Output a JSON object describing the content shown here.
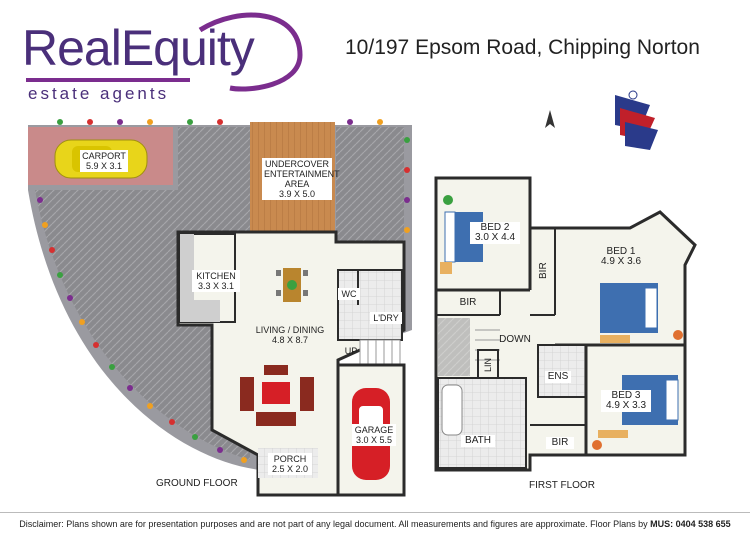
{
  "brand": {
    "name": "RealEquity",
    "tagline": "estate agents",
    "color": "#4a2f7a",
    "accent": "#7b2d8e"
  },
  "address": "10/197 Epsom Road, Chipping Norton",
  "ground_floor": {
    "label": "GROUND FLOOR",
    "rooms": [
      {
        "name": "CARPORT",
        "dims": "5.9 X 3.1"
      },
      {
        "name": "UNDERCOVER ENTERTAINMENT AREA",
        "name_line1": "UNDERCOVER",
        "name_line2": "ENTERTAINMENT",
        "name_line3": "AREA",
        "dims": "3.9 X 5.0"
      },
      {
        "name": "KITCHEN",
        "dims": "3.3 X 3.1"
      },
      {
        "name": "WC",
        "dims": ""
      },
      {
        "name": "L'DRY",
        "dims": ""
      },
      {
        "name": "LIVING / DINING",
        "dims": "4.8 X 8.7"
      },
      {
        "name": "UP",
        "dims": ""
      },
      {
        "name": "GARAGE",
        "dims": "3.0 X 5.5"
      },
      {
        "name": "PORCH",
        "dims": "2.5 X 2.0"
      }
    ]
  },
  "first_floor": {
    "label": "FIRST FLOOR",
    "rooms": [
      {
        "name": "BED 2",
        "dims": "3.0 X 4.4"
      },
      {
        "name": "BED 1",
        "dims": "4.9 X 3.6"
      },
      {
        "name": "BIR",
        "dims": ""
      },
      {
        "name": "BIR",
        "dims": ""
      },
      {
        "name": "DOWN",
        "dims": ""
      },
      {
        "name": "LIN",
        "dims": ""
      },
      {
        "name": "ENS",
        "dims": ""
      },
      {
        "name": "BED 3",
        "dims": "4.9 X 3.3"
      },
      {
        "name": "BATH",
        "dims": ""
      },
      {
        "name": "BIR",
        "dims": ""
      }
    ]
  },
  "disclaimer": {
    "text": "Disclaimer: Plans shown are for presentation purposes and are not part of any legal document. All measurements and figures are approximate. Floor Plans by ",
    "credit": "MUS: 0404 538 655"
  },
  "colors": {
    "wall": "#2b2b2b",
    "paving": "#8a8a8e",
    "deck": "#c98a4f",
    "floor": "#f4f4ec",
    "carport": "#c98a8a",
    "garden": "#9a9aa0",
    "tile": "#e0e0e0",
    "bed": "#3e6fb0",
    "car": "#e8d51a",
    "car_garage": "#d61f26"
  }
}
